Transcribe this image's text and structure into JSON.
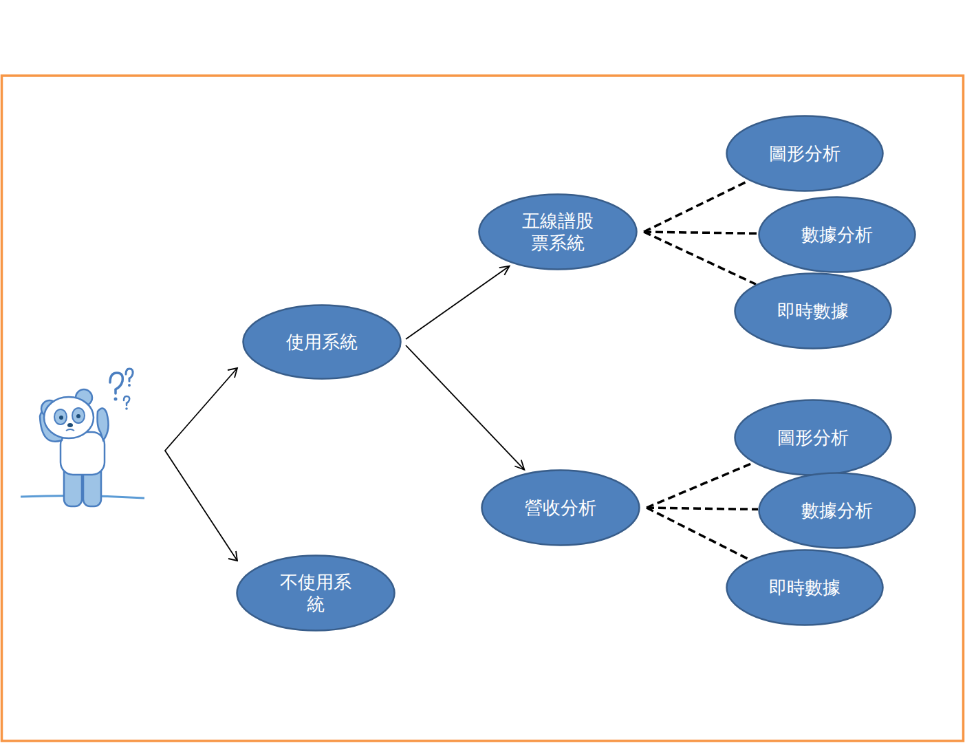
{
  "diagram": {
    "nodes": [
      {
        "text": [
          "使用系統"
        ]
      },
      {
        "text": [
          "五線譜股票系統"
        ]
      },
      {
        "text": [
          "圖形分析"
        ]
      },
      {
        "text": [
          "數據分析"
        ]
      },
      {
        "text": [
          "即時數據"
        ]
      },
      {
        "text": [
          "營收分析"
        ]
      },
      {
        "text": [
          "圖形分析"
        ]
      },
      {
        "text": [
          "數據分析"
        ]
      },
      {
        "text": [
          "即時數據"
        ]
      },
      {
        "text": [
          "不使用系統"
        ]
      }
    ],
    "edges": [
      {
        "from": 0,
        "to": 1,
        "arrow": "to"
      },
      {
        "from": 0,
        "to": 5,
        "arrow": "to"
      },
      {
        "from": 1,
        "to": 2,
        "arrow": "none"
      },
      {
        "from": 1,
        "to": 3,
        "arrow": "none"
      },
      {
        "from": 1,
        "to": 4,
        "arrow": "none"
      },
      {
        "from": 5,
        "to": 6,
        "arrow": "none"
      },
      {
        "from": 5,
        "to": 7,
        "arrow": "none"
      },
      {
        "from": 5,
        "to": 8,
        "arrow": "none"
      }
    ]
  }
}
